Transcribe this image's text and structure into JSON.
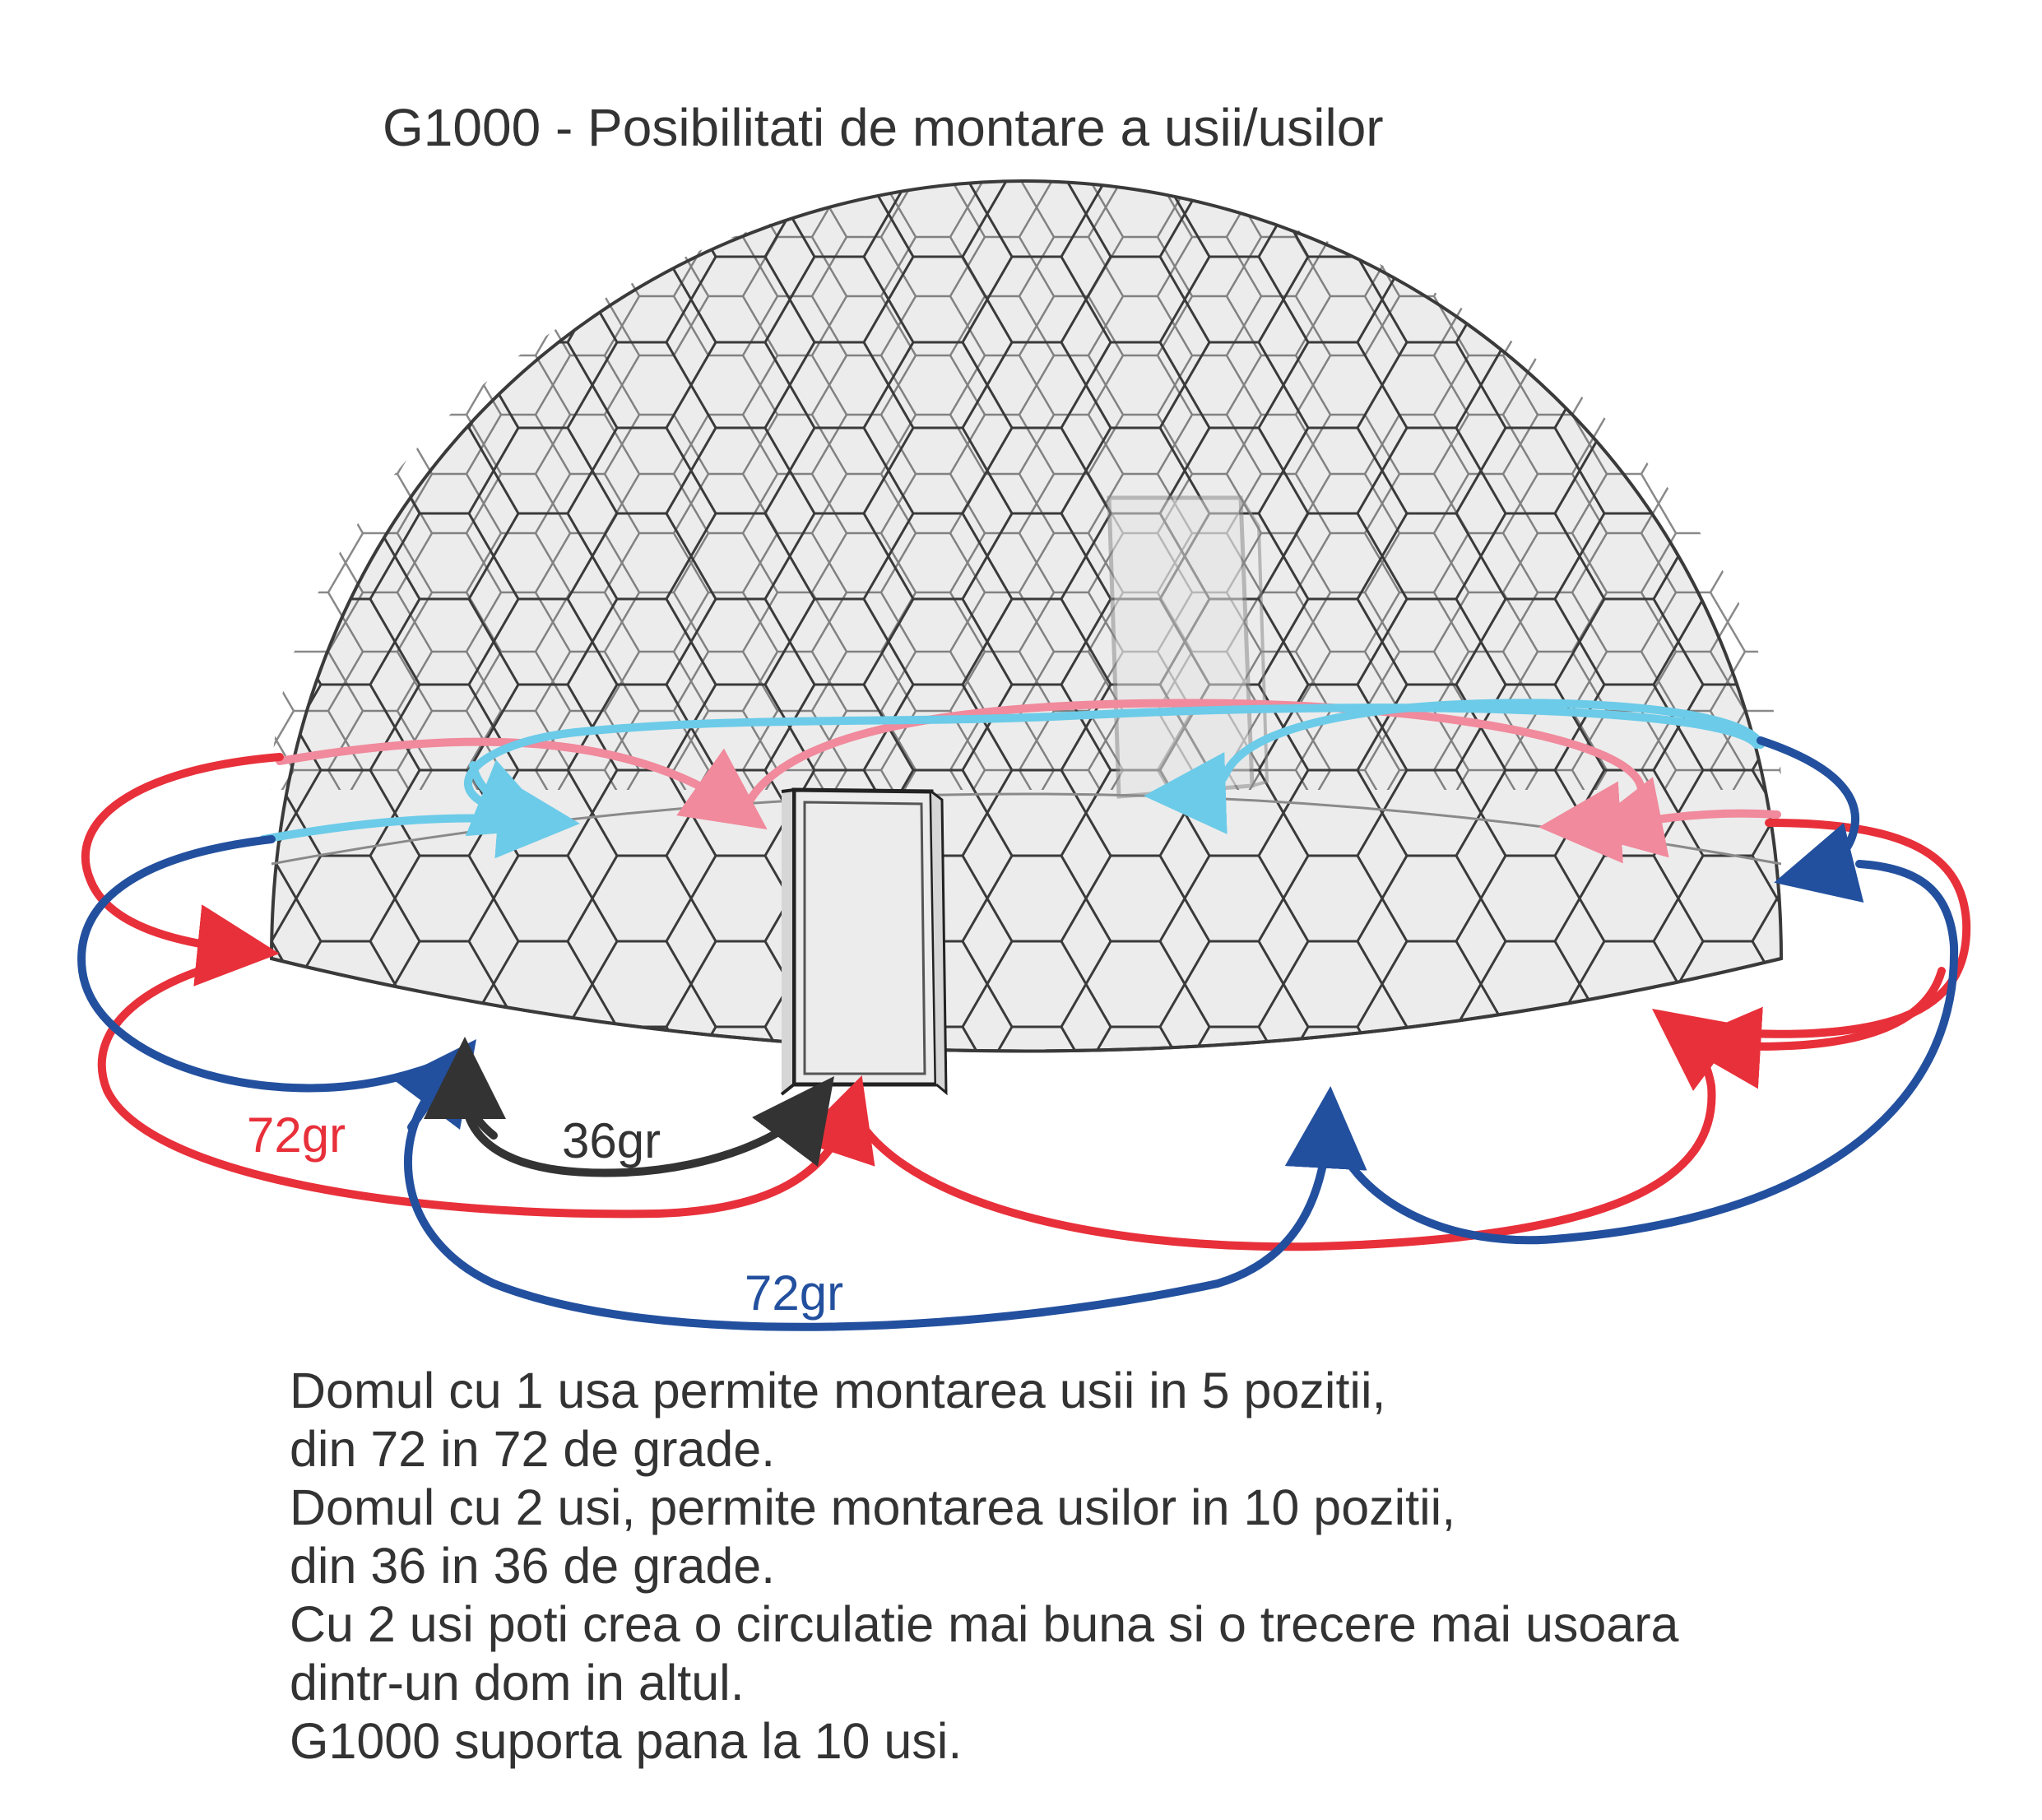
{
  "title": "G1000 - Posibilitati de montare a usii/usilor",
  "labels": {
    "red_angle": "72gr",
    "black_angle": "36gr",
    "blue_angle": "72gr"
  },
  "description": [
    "Domul cu 1 usa permite montarea usii in 5 pozitii,",
    "din 72 in 72 de grade.",
    "Domul cu 2 usi, permite montarea usilor in 10 pozitii,",
    "din 36 in 36 de grade.",
    "Cu 2 usi poti crea o circulatie mai buna si o trecere mai usoara",
    "dintr-un dom in altul.",
    "G1000 suporta pana la 10 usi."
  ],
  "colors": {
    "red": "#e8303a",
    "blue": "#23509e",
    "pink": "#f08a9c",
    "cyan": "#6ccbe8",
    "black": "#333333",
    "dome_fill": "#ececec",
    "dome_line": "#3a3a3a"
  }
}
